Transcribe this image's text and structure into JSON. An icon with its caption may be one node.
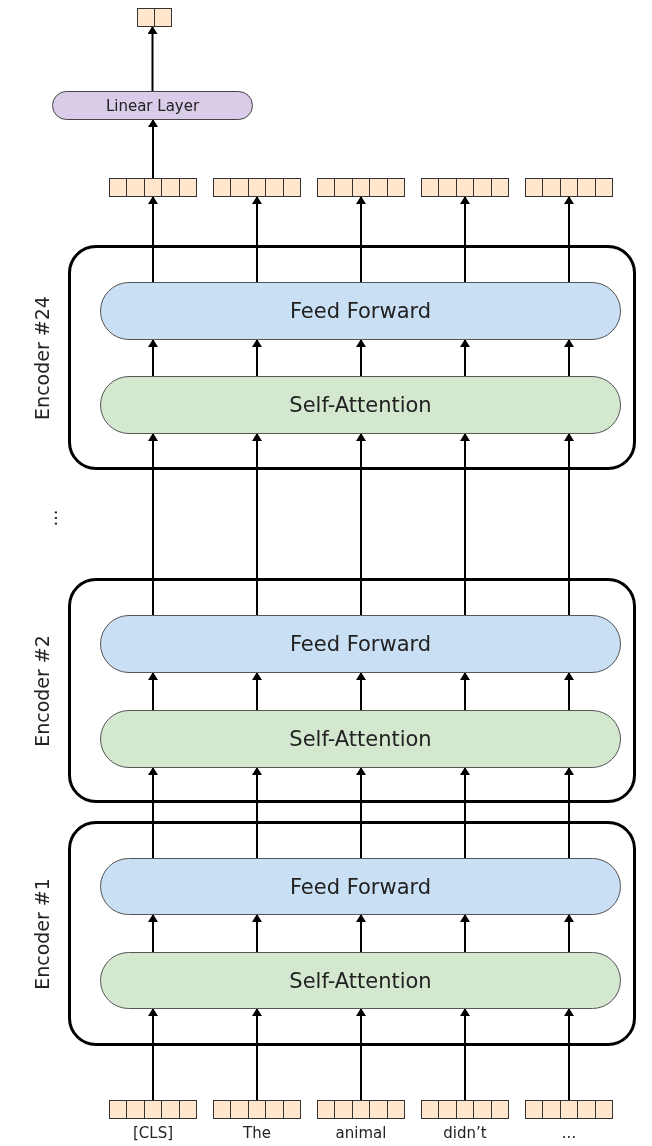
{
  "diagram": {
    "nodes": [
      {
        "text": [],
        "shape": "bar"
      },
      {
        "text": [
          "Linear Layer"
        ]
      },
      {
        "text": [],
        "shape": "bar"
      },
      {
        "text": [],
        "shape": "bar"
      },
      {
        "text": [],
        "shape": "bar"
      },
      {
        "text": [],
        "shape": "bar"
      },
      {
        "text": [],
        "shape": "bar"
      },
      {
        "text": [
          "Encoder #24"
        ]
      },
      {
        "text": [
          "Feed Forward"
        ],
        "in": 7
      },
      {
        "text": [
          "Self-Attention"
        ],
        "in": 7
      },
      {
        "text": [
          "Encoder #2"
        ]
      },
      {
        "text": [
          "Feed Forward"
        ],
        "in": 10
      },
      {
        "text": [
          "Self-Attention"
        ],
        "in": 10
      },
      {
        "text": [
          "Encoder #1"
        ]
      },
      {
        "text": [
          "Feed Forward"
        ],
        "in": 13
      },
      {
        "text": [
          "Self-Attention"
        ],
        "in": 13
      },
      {
        "text": [],
        "shape": "bar",
        "beside": [
          "[CLS]"
        ]
      },
      {
        "text": [],
        "shape": "bar",
        "beside": [
          "The"
        ]
      },
      {
        "text": [],
        "shape": "bar",
        "beside": [
          "animal"
        ]
      },
      {
        "text": [],
        "shape": "bar",
        "beside": [
          "didn’t"
        ]
      },
      {
        "text": [],
        "shape": "bar",
        "beside": [
          "..."
        ]
      }
    ],
    "edges": [
      {
        "from": 1,
        "to": 0,
        "arrow": "to"
      },
      {
        "from": 2,
        "to": 1,
        "arrow": "to"
      },
      {
        "from": 8,
        "to": 2,
        "arrow": "to"
      },
      {
        "from": 8,
        "to": 3,
        "arrow": "to"
      },
      {
        "from": 8,
        "to": 4,
        "arrow": "to"
      },
      {
        "from": 8,
        "to": 5,
        "arrow": "to"
      },
      {
        "from": 8,
        "to": 6,
        "arrow": "to"
      },
      {
        "from": 9,
        "to": 8,
        "arrow": "to"
      },
      {
        "from": 9,
        "to": 8,
        "arrow": "to"
      },
      {
        "from": 9,
        "to": 8,
        "arrow": "to"
      },
      {
        "from": 9,
        "to": 8,
        "arrow": "to"
      },
      {
        "from": 9,
        "to": 8,
        "arrow": "to"
      },
      {
        "from": 11,
        "to": 9,
        "arrow": "to"
      },
      {
        "from": 11,
        "to": 9,
        "arrow": "to"
      },
      {
        "from": 11,
        "to": 9,
        "arrow": "to"
      },
      {
        "from": 11,
        "to": 9,
        "arrow": "to"
      },
      {
        "from": 11,
        "to": 9,
        "arrow": "to"
      },
      {
        "from": 12,
        "to": 11,
        "arrow": "to"
      },
      {
        "from": 12,
        "to": 11,
        "arrow": "to"
      },
      {
        "from": 12,
        "to": 11,
        "arrow": "to"
      },
      {
        "from": 12,
        "to": 11,
        "arrow": "to"
      },
      {
        "from": 12,
        "to": 11,
        "arrow": "to"
      },
      {
        "from": 14,
        "to": 12,
        "arrow": "to"
      },
      {
        "from": 14,
        "to": 12,
        "arrow": "to"
      },
      {
        "from": 14,
        "to": 12,
        "arrow": "to"
      },
      {
        "from": 14,
        "to": 12,
        "arrow": "to"
      },
      {
        "from": 14,
        "to": 12,
        "arrow": "to"
      },
      {
        "from": 15,
        "to": 14,
        "arrow": "to"
      },
      {
        "from": 15,
        "to": 14,
        "arrow": "to"
      },
      {
        "from": 15,
        "to": 14,
        "arrow": "to"
      },
      {
        "from": 15,
        "to": 14,
        "arrow": "to"
      },
      {
        "from": 15,
        "to": 14,
        "arrow": "to"
      },
      {
        "from": 16,
        "to": 15,
        "arrow": "to"
      },
      {
        "from": 17,
        "to": 15,
        "arrow": "to"
      },
      {
        "from": 18,
        "to": 15,
        "arrow": "to"
      },
      {
        "from": 19,
        "to": 15,
        "arrow": "to"
      },
      {
        "from": 20,
        "to": 15,
        "arrow": "to"
      }
    ],
    "labels": [
      "..."
    ]
  }
}
